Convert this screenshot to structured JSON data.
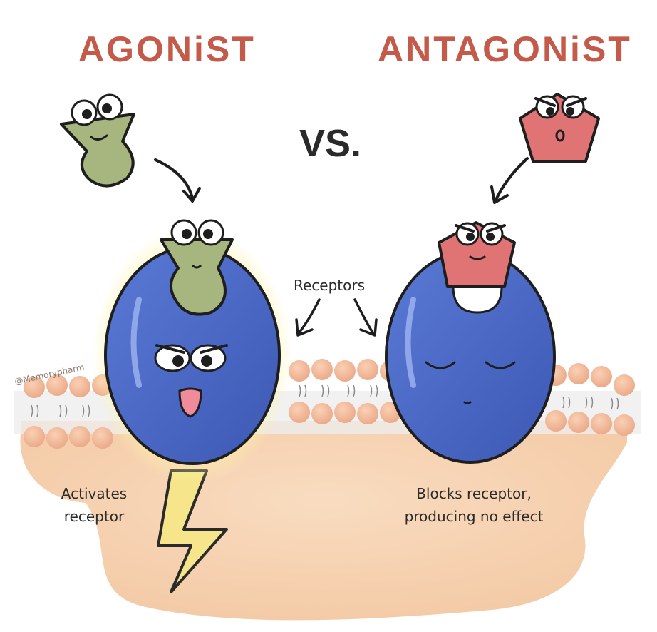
{
  "titles": {
    "agonist": "AGONiST",
    "versus": "VS.",
    "antagonist": "ANTAGONiST"
  },
  "labels": {
    "receptors": "Receptors",
    "agonist_effect_line1": "Activates",
    "agonist_effect_line2": "receptor",
    "antagonist_effect_line1": "Blocks receptor,",
    "antagonist_effect_line2": "producing no effect"
  },
  "credit": "@Memorypharm",
  "colors": {
    "title": "#c45a49",
    "receptor": "#4a67c4",
    "agonist_molecule": "#a7b57f",
    "antagonist_molecule": "#e07474",
    "membrane": "#f2b999",
    "cell": "#f7d2b1",
    "lightning": "#f6e58a"
  }
}
